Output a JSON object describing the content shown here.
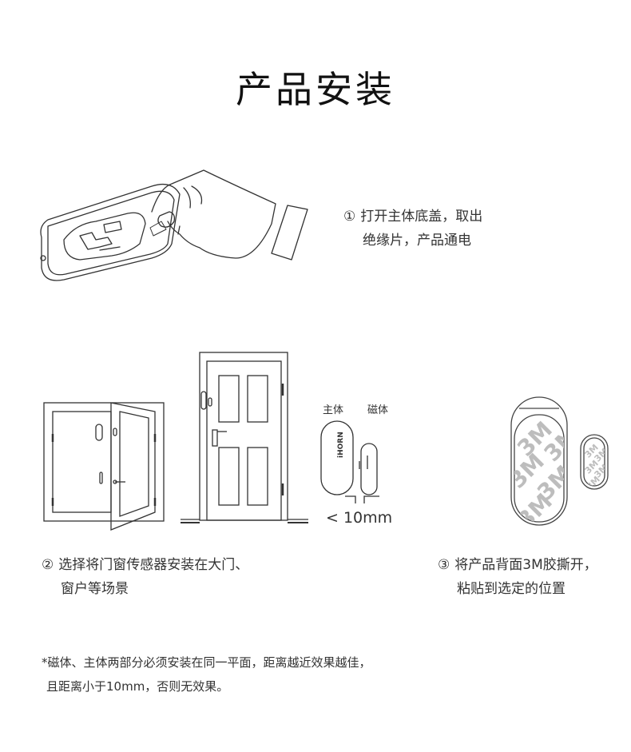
{
  "page": {
    "title": "产品安装"
  },
  "steps": [
    {
      "num": "①",
      "line1": "打开主体底盖，取出",
      "line2": "绝缘片，产品通电"
    },
    {
      "num": "②",
      "line1": "选择将门窗传感器安装在大门、",
      "line2": "窗户等场景"
    },
    {
      "num": "③",
      "line1": "将产品背面3M胶撕开，",
      "line2": "粘贴到选定的位置"
    }
  ],
  "sensor_diagram": {
    "main_label": "主体",
    "magnet_label": "磁体",
    "brand": "iHORN",
    "distance": "< 10mm"
  },
  "adhesive": {
    "text": "3M"
  },
  "note": {
    "line1": "*磁体、主体两部分必须安装在同一平面，距离越近效果越佳，",
    "line2": "且距离小于10mm，否则无效果。"
  }
}
